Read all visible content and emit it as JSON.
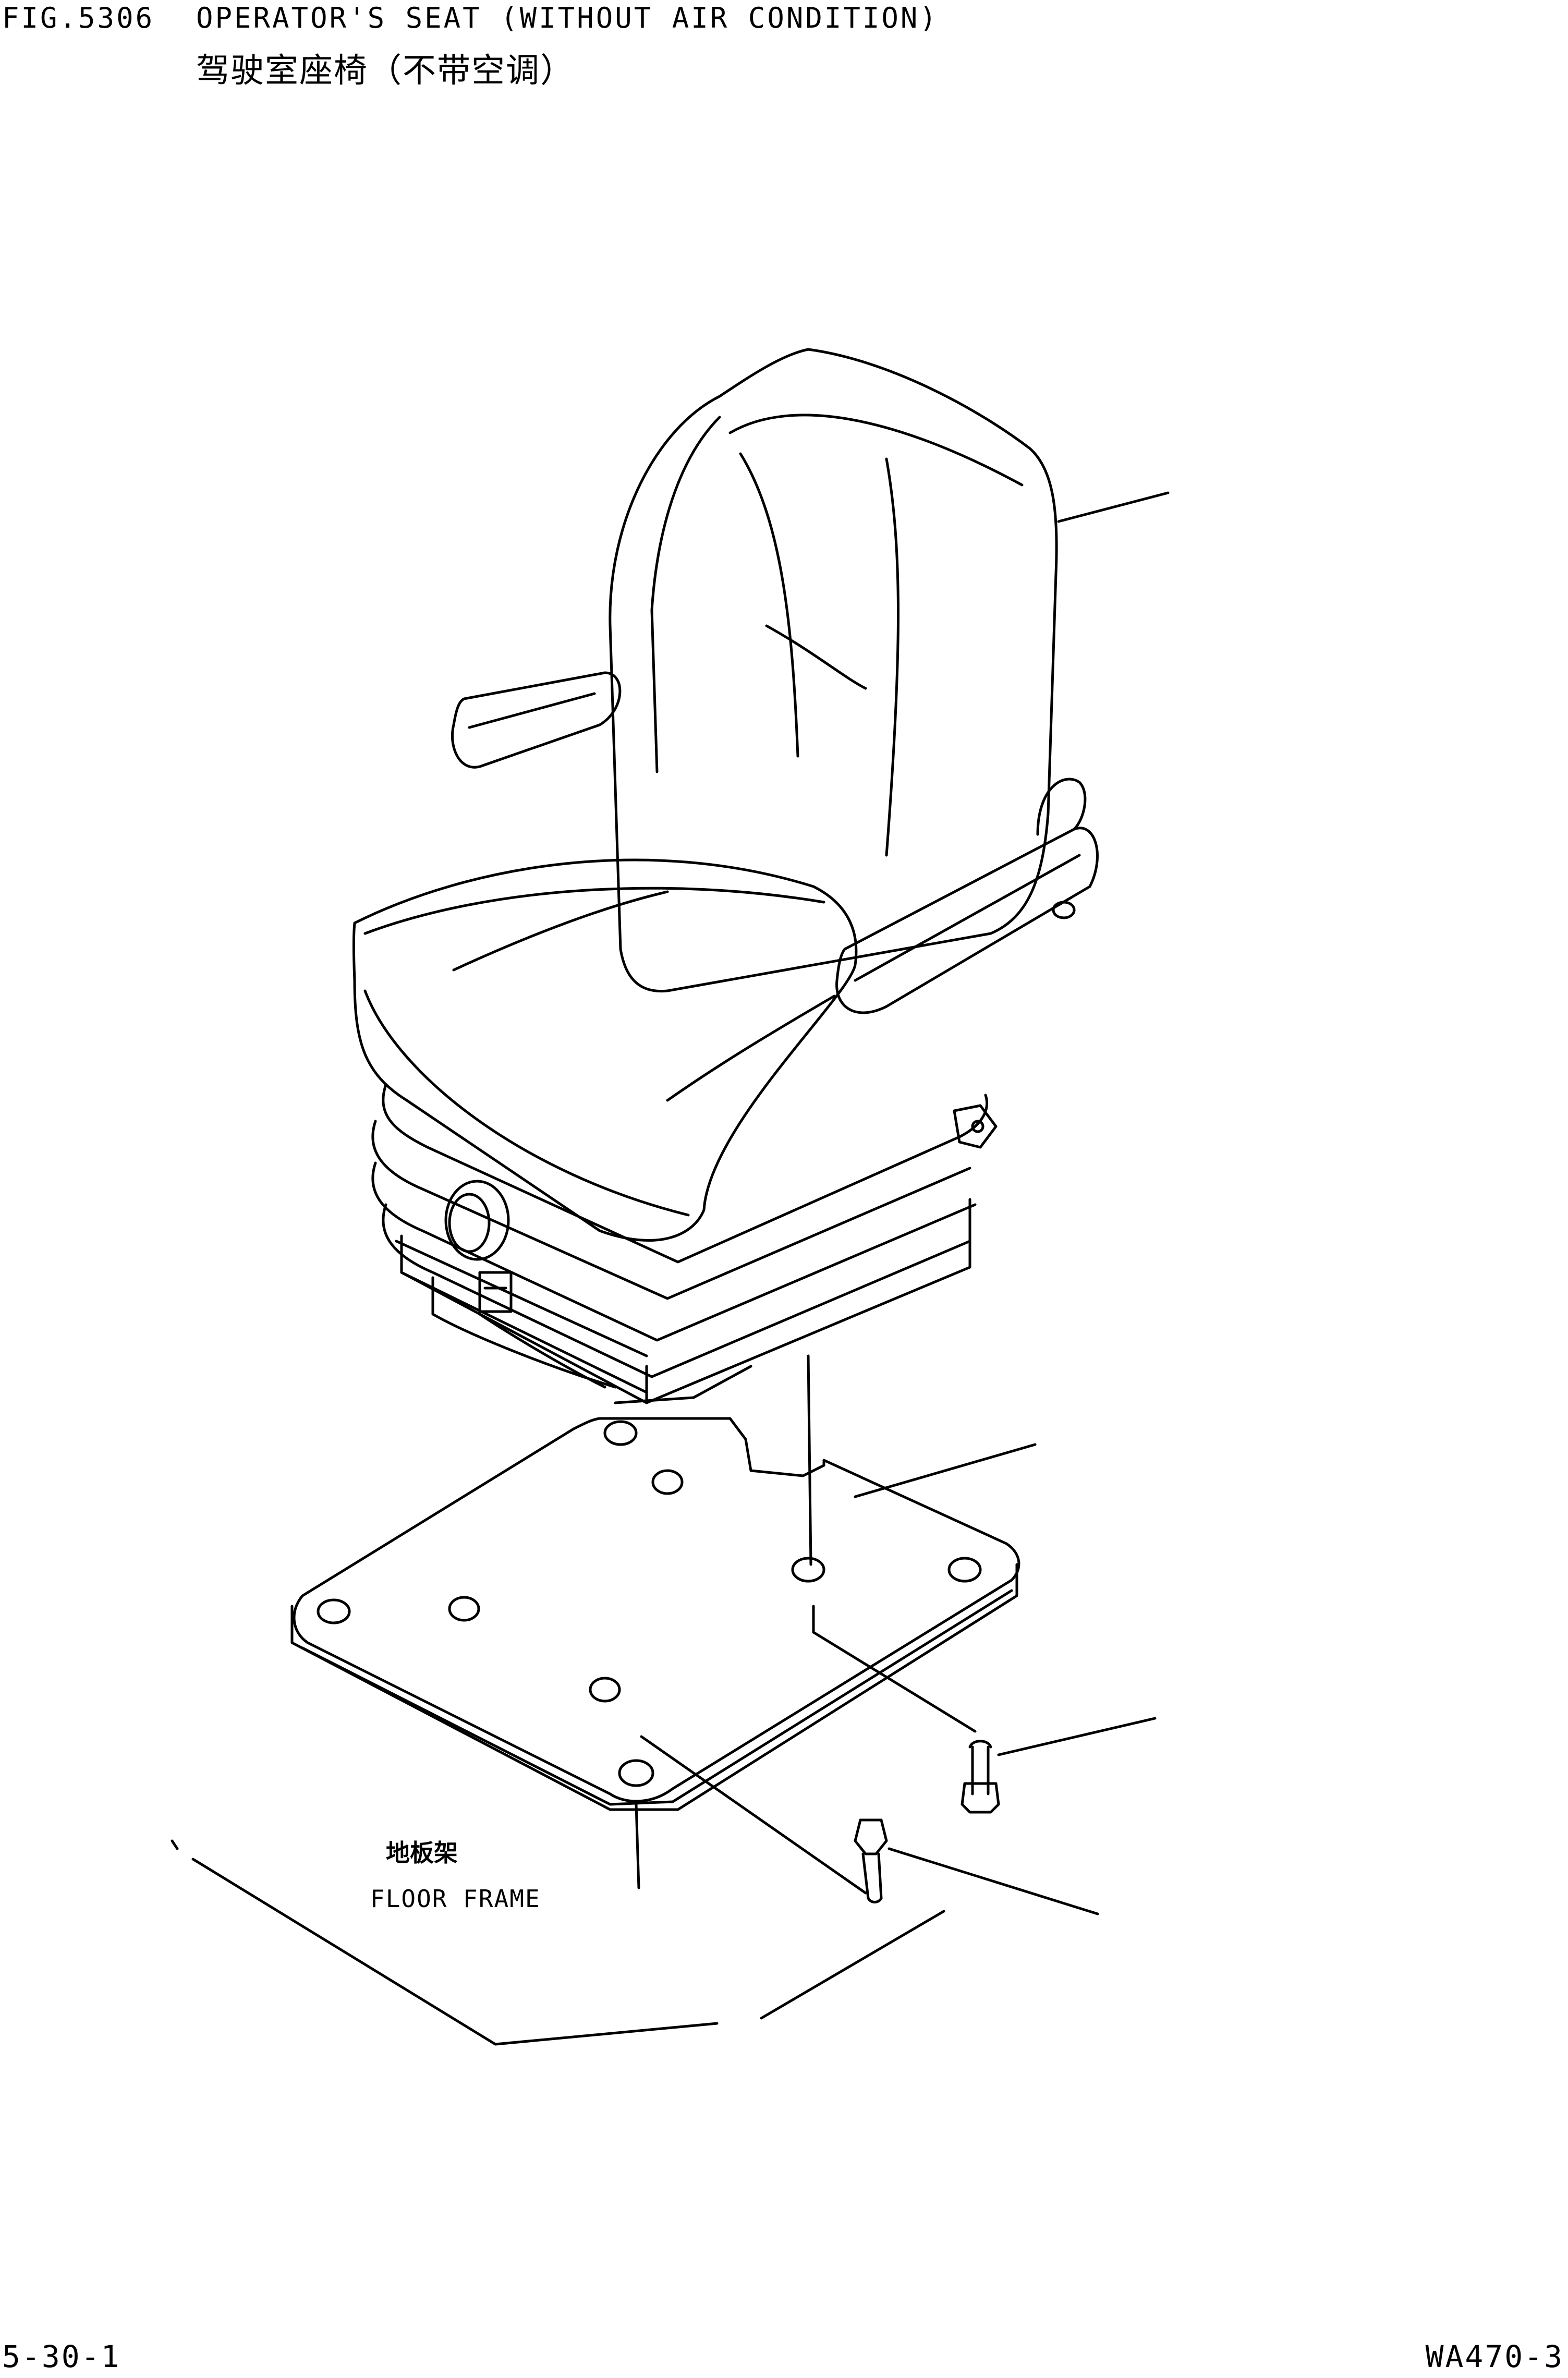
{
  "header": {
    "fig_number": "FIG.5306",
    "title_en": "OPERATOR'S SEAT (WITHOUT AIR CONDITION)",
    "title_cn": "驾驶室座椅（不带空调）"
  },
  "drawing": {
    "floor_label_cn": "地板架",
    "floor_label_en": "FLOOR FRAME",
    "parts": [
      "seat-assembly",
      "seat-plate",
      "bolt",
      "bolt"
    ],
    "line_color": "#000000"
  },
  "footer": {
    "page_number": "5-30-1",
    "model_code": "WA470-3"
  }
}
